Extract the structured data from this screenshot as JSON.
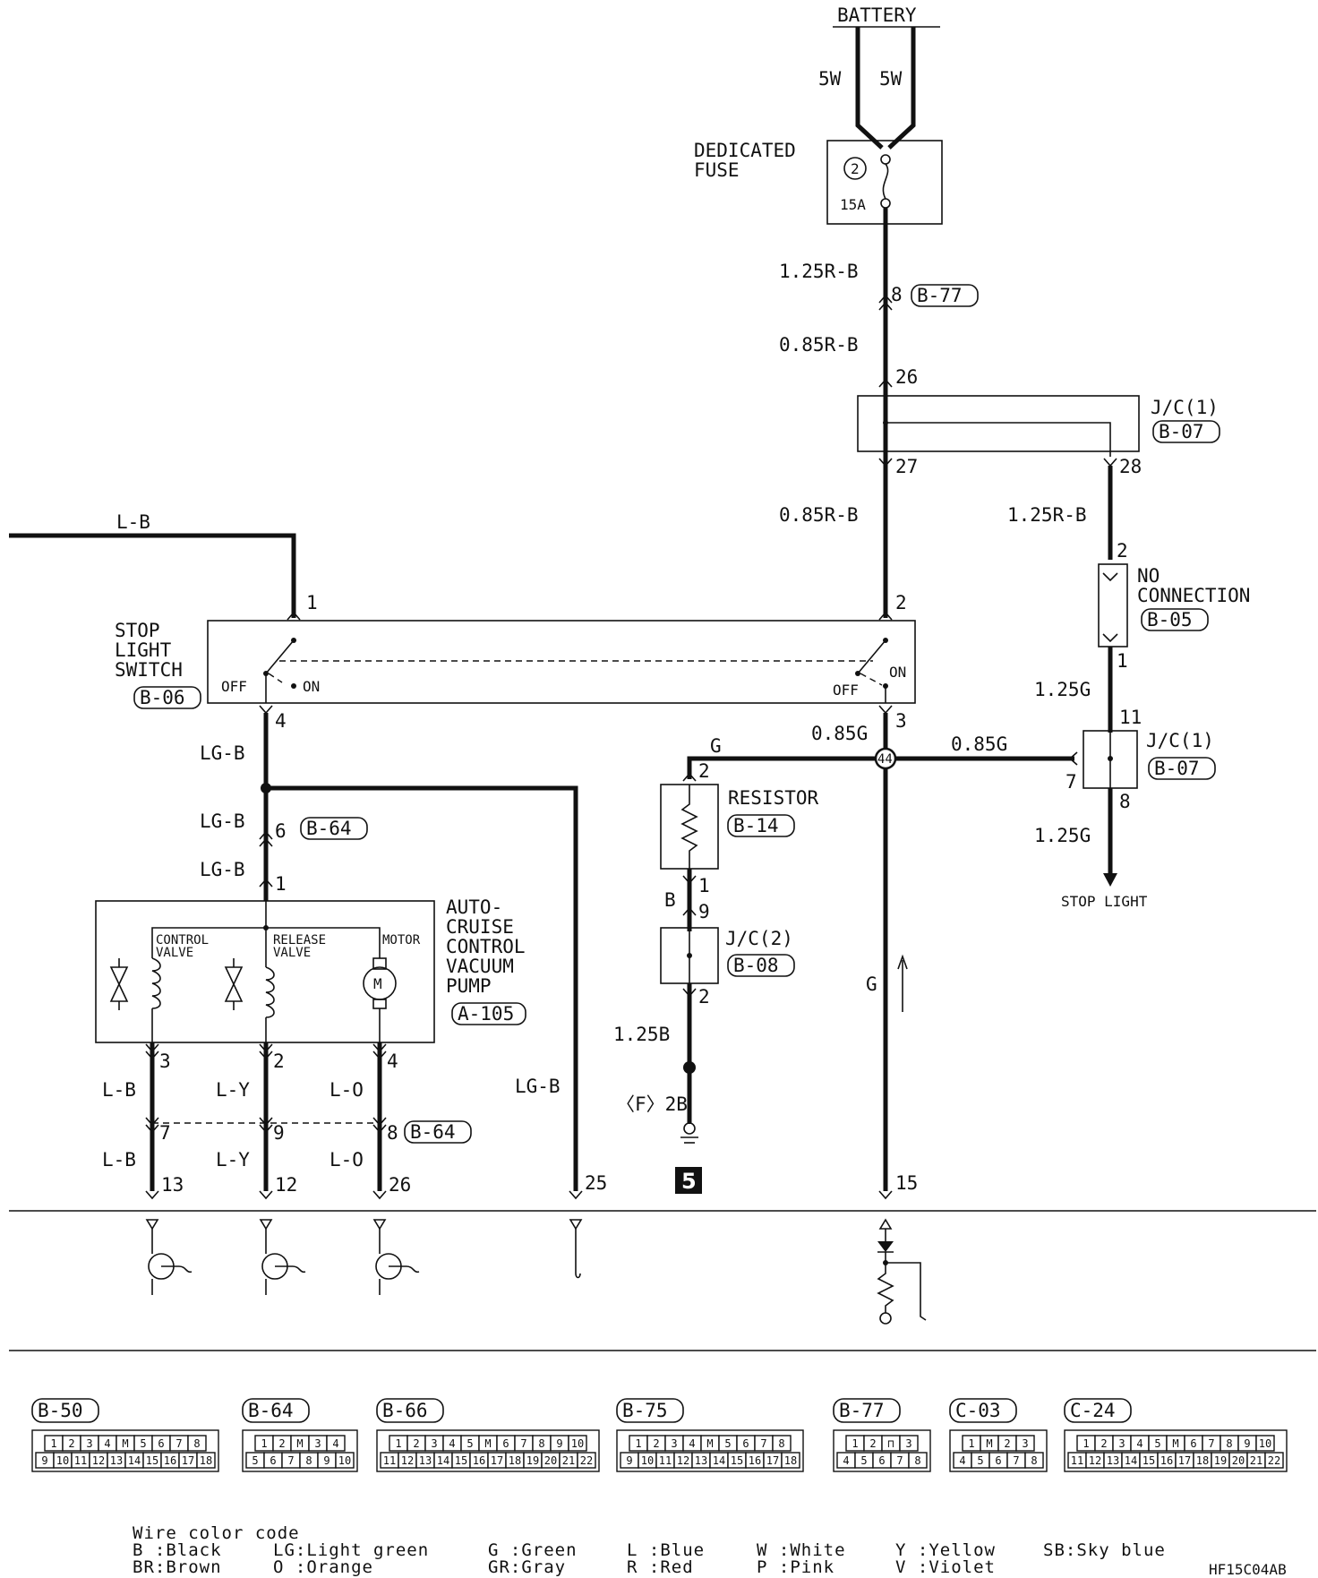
{
  "battery": "BATTERY",
  "wire_5w_left": "5W",
  "wire_5w_right": "5W",
  "dedicated_fuse": {
    "line1": "DEDICATED",
    "line2": "FUSE",
    "number": "2",
    "rating": "15A"
  },
  "wires": {
    "fuse_out": "1.25R-B",
    "b77_out": "0.85R-B",
    "jc_out_27": "0.85R-B",
    "jc_out_28": "1.25R-B",
    "lb_top": "L-B",
    "lgb_1": "LG-B",
    "lgb_2": "LG-B",
    "lgb_3": "LG-B",
    "lgb_right": "LG-B",
    "g_resistor": "G",
    "g_085_left": "0.85G",
    "g_085_right": "0.85G",
    "b_res": "B",
    "b_125": "1.25B",
    "f_2b": "〈F〉2B",
    "g_down": "G",
    "g_125_top": "1.25G",
    "g_125_bottom": "1.25G",
    "lb_a": "L-B",
    "ly_a": "L-Y",
    "lo_a": "L-O",
    "lb_b": "L-B",
    "ly_b": "L-Y",
    "lo_b": "L-O"
  },
  "connectors": {
    "b77": "B-77",
    "b07_a": "B-07",
    "b07_b": "B-07",
    "b05": "B-05",
    "b06": "B-06",
    "b64_a": "B-64",
    "b64_b": "B-64",
    "b14": "B-14",
    "b08": "B-08",
    "a105": "A-105"
  },
  "components": {
    "jc1_a": "J/C(1)",
    "jc1_b": "J/C(1)",
    "jc2": "J/C(2)",
    "no_connection": [
      "NO",
      "CONNECTION"
    ],
    "stop_light_switch": [
      "STOP",
      "LIGHT",
      "SWITCH"
    ],
    "off_left": "OFF",
    "on_left": "ON",
    "off_right": "OFF",
    "on_right": "ON",
    "resistor": "RESISTOR",
    "pump": [
      "AUTO-",
      "CRUISE",
      "CONTROL",
      "VACUUM",
      "PUMP"
    ],
    "control_valve": [
      "CONTROL",
      "VALVE"
    ],
    "release_valve": [
      "RELEASE",
      "VALVE"
    ],
    "motor": "MOTOR",
    "motor_symbol": "M",
    "stop_light": "STOP LIGHT",
    "junction": "44",
    "ground_no": "5"
  },
  "pins": {
    "p8": "8",
    "p26": "26",
    "p27": "27",
    "p28": "28",
    "sw1": "1",
    "sw2": "2",
    "sw4": "4",
    "sw3": "3",
    "nc2": "2",
    "nc1": "1",
    "j11": "11",
    "j7": "7",
    "j8": "8",
    "r2": "2",
    "r1": "1",
    "jc9": "9",
    "jc2": "2",
    "b64_6": "6",
    "p1": "1",
    "v3": "3",
    "v2": "2",
    "v4": "4",
    "c7": "7",
    "c9": "9",
    "c8": "8",
    "e13": "13",
    "e12": "12",
    "e26": "26",
    "e25": "25",
    "e15": "15"
  },
  "connector_views": [
    {
      "label": "B-50",
      "row1": [
        "1",
        "2",
        "3",
        "4",
        "M",
        "5",
        "6",
        "7",
        "8"
      ],
      "row2": [
        "9",
        "10",
        "11",
        "12",
        "13",
        "14",
        "15",
        "16",
        "17",
        "18"
      ]
    },
    {
      "label": "B-64",
      "row1": [
        "1",
        "2",
        "M",
        "3",
        "4"
      ],
      "row2": [
        "5",
        "6",
        "7",
        "8",
        "9",
        "10"
      ]
    },
    {
      "label": "B-66",
      "row1": [
        "1",
        "2",
        "3",
        "4",
        "5",
        "M",
        "6",
        "7",
        "8",
        "9",
        "10"
      ],
      "row2": [
        "11",
        "12",
        "13",
        "14",
        "15",
        "16",
        "17",
        "18",
        "19",
        "20",
        "21",
        "22"
      ]
    },
    {
      "label": "B-75",
      "row1": [
        "1",
        "2",
        "3",
        "4",
        "M",
        "5",
        "6",
        "7",
        "8"
      ],
      "row2": [
        "9",
        "10",
        "11",
        "12",
        "13",
        "14",
        "15",
        "16",
        "17",
        "18"
      ]
    },
    {
      "label": "B-77",
      "row1": [
        "1",
        "2",
        "⊓",
        "3"
      ],
      "row2": [
        "4",
        "5",
        "6",
        "7",
        "8"
      ]
    },
    {
      "label": "C-03",
      "row1": [
        "1",
        "M",
        "2",
        "3"
      ],
      "row2": [
        "4",
        "5",
        "6",
        "7",
        "8"
      ]
    },
    {
      "label": "C-24",
      "row1": [
        "1",
        "2",
        "3",
        "4",
        "5",
        "M",
        "6",
        "7",
        "8",
        "9",
        "10"
      ],
      "row2": [
        "11",
        "12",
        "13",
        "14",
        "15",
        "16",
        "17",
        "18",
        "19",
        "20",
        "21",
        "22"
      ]
    }
  ],
  "legend": {
    "title": "Wire color code",
    "codes": [
      [
        "B :Black",
        "BR:Brown"
      ],
      [
        "LG:Light green",
        "O :Orange"
      ],
      [
        "G :Green",
        "GR:Gray"
      ],
      [
        "L :Blue",
        "R :Red"
      ],
      [
        "W :White",
        "P :Pink"
      ],
      [
        "Y :Yellow",
        "V :Violet"
      ],
      [
        "SB:Sky blue",
        ""
      ]
    ]
  },
  "doc_code": "HF15C04AB"
}
